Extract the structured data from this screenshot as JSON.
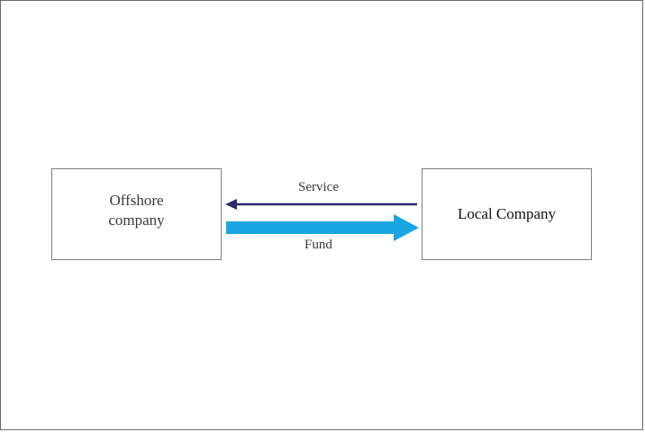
{
  "diagram": {
    "nodes": {
      "offshore": "Offshore company",
      "local": "Local Company"
    },
    "edges": [
      {
        "from": "Local Company",
        "to": "Offshore company",
        "label": "Service",
        "color": "#2e2a6e"
      },
      {
        "from": "Offshore company",
        "to": "Local Company",
        "label": "Fund",
        "color": "#1aa5e0"
      }
    ]
  }
}
